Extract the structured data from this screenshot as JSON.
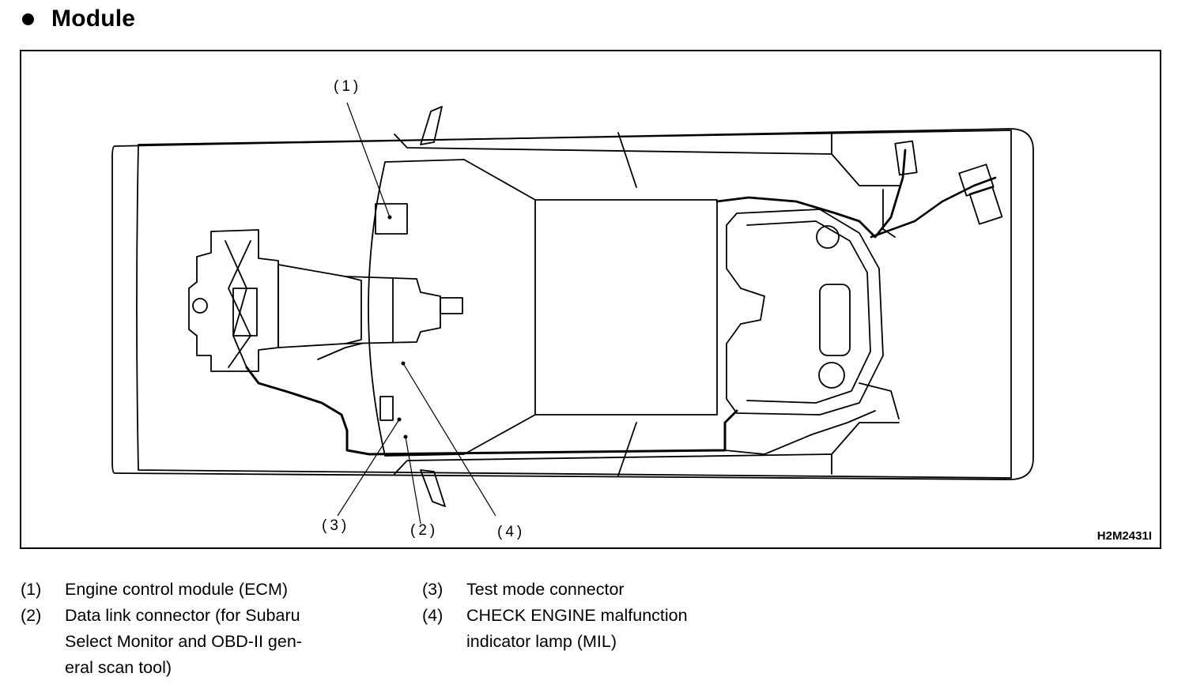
{
  "title": "Module",
  "figure_id": "H2M2431I",
  "callouts": {
    "c1": "(1)",
    "c2": "(2)",
    "c3": "(3)",
    "c4": "(4)"
  },
  "legend": [
    {
      "num": "(1)",
      "text": "Engine control module (ECM)"
    },
    {
      "num": "(2)",
      "text": "Data link connector (for Subaru\nSelect Monitor and OBD-II gen-\neral scan tool)"
    },
    {
      "num": "(3)",
      "text": "Test mode connector"
    },
    {
      "num": "(4)",
      "text": "CHECK ENGINE malfunction\nindicator lamp (MIL)"
    }
  ]
}
